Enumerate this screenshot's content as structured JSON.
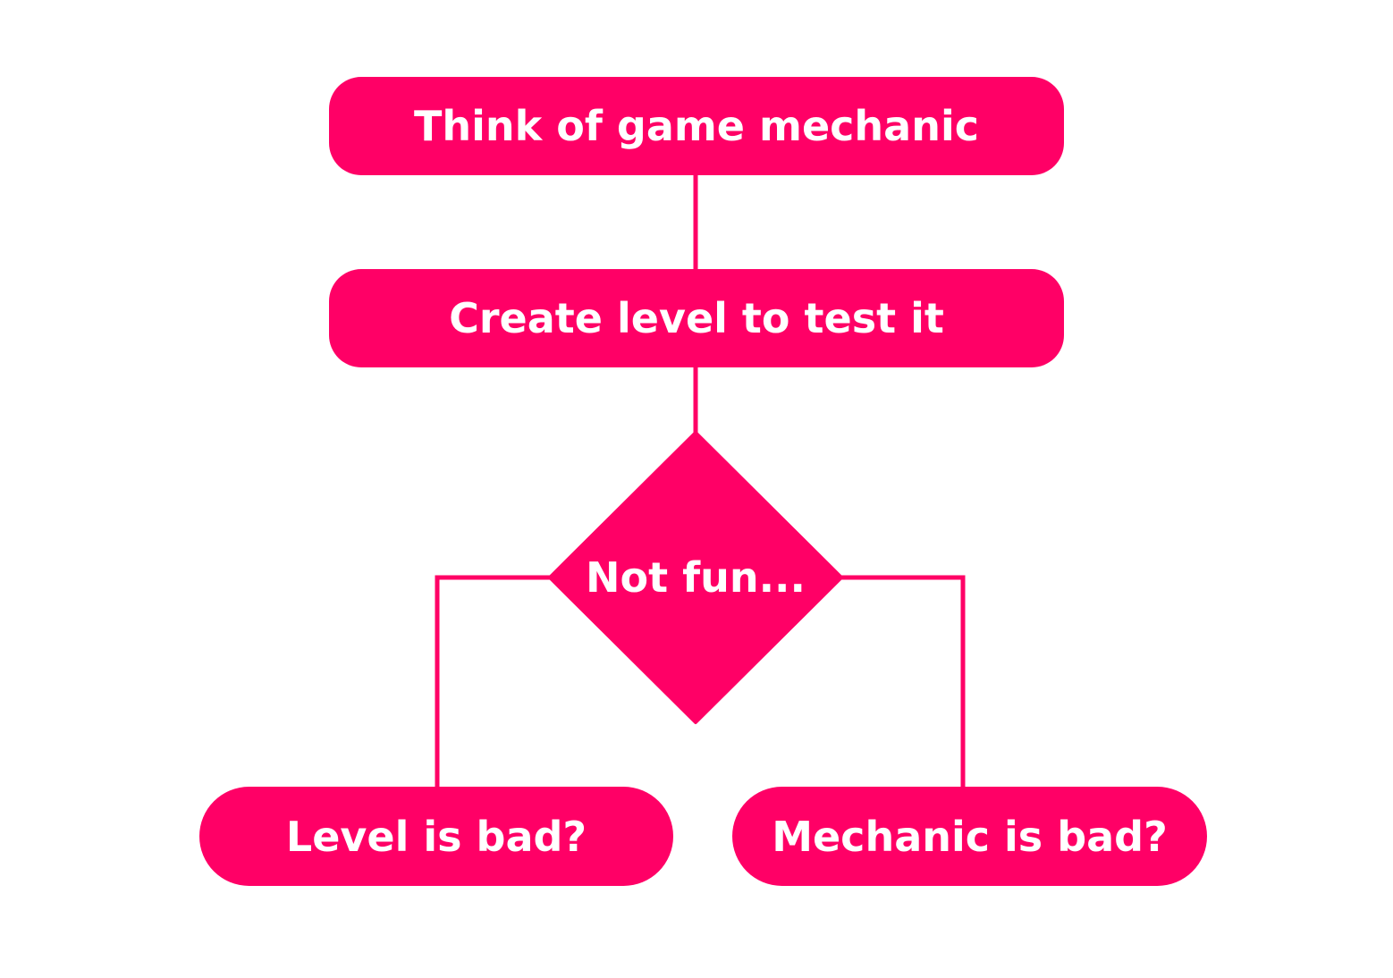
{
  "colors": {
    "accent": "#FF0066",
    "background": "#FFFFFF",
    "text": "#FFFFFF"
  },
  "nodes": {
    "think": {
      "label": "Think of game mechanic"
    },
    "create": {
      "label": "Create level to test it"
    },
    "decision": {
      "label": "Not fun..."
    },
    "level_bad": {
      "label": "Level is bad?"
    },
    "mechanic_bad": {
      "label": "Mechanic is bad?"
    }
  }
}
